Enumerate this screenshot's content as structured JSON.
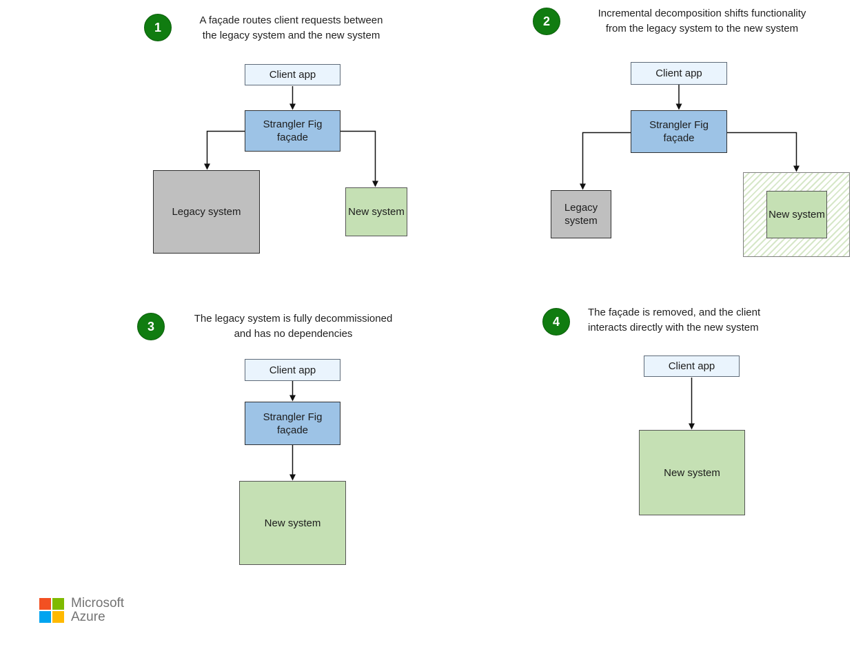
{
  "panels": [
    {
      "badge": "1",
      "caption": [
        "A façade routes client requests between",
        "the legacy system and the new system"
      ],
      "client_label": "Client app",
      "facade_label": "Strangler Fig façade",
      "legacy_label": "Legacy system",
      "new_label": "New system"
    },
    {
      "badge": "2",
      "caption": [
        "Incremental decomposition shifts functionality",
        "from the legacy system to the new system"
      ],
      "client_label": "Client app",
      "facade_label": "Strangler Fig façade",
      "legacy_label": "Legacy system",
      "new_label": "New system"
    },
    {
      "badge": "3",
      "caption": [
        "The legacy system is fully decommissioned",
        "and has no dependencies"
      ],
      "client_label": "Client app",
      "facade_label": "Strangler Fig façade",
      "new_label": "New system"
    },
    {
      "badge": "4",
      "caption": [
        "The façade is removed, and the client",
        "interacts directly with the new system"
      ],
      "client_label": "Client app",
      "new_label": "New system"
    }
  ],
  "footer": {
    "brand_line1": "Microsoft",
    "brand_line2": "Azure"
  },
  "colors": {
    "badge_green": "#107C10",
    "client_fill": "#EAF4FD",
    "facade_fill": "#9DC3E6",
    "legacy_fill": "#BFBFBF",
    "new_fill": "#C5E0B4",
    "hatch_stripe": "#D6E7C8",
    "ms_red": "#F25022",
    "ms_green": "#7FBA00",
    "ms_blue": "#00A4EF",
    "ms_yellow": "#FFB900"
  }
}
